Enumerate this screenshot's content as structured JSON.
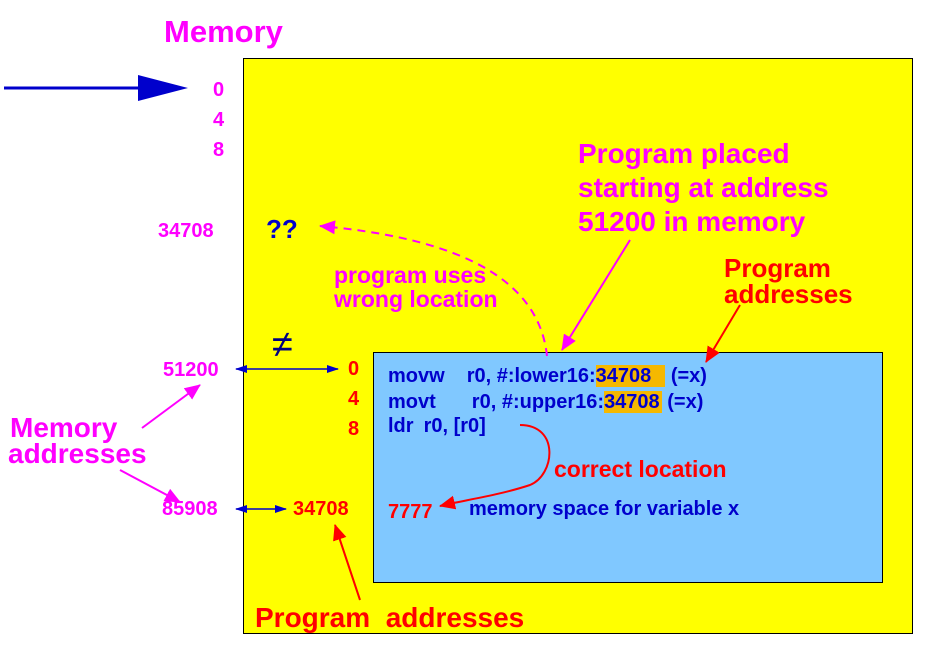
{
  "title": "Memory",
  "memory_addresses": {
    "a0": "0",
    "a4": "4",
    "a8": "8",
    "x_addr": "34708",
    "prog_start": "51200",
    "var_addr": "85908"
  },
  "question_marks": "??",
  "callouts": {
    "program_placed": [
      "Program placed",
      "starting at address",
      "51200 in memory"
    ],
    "wrong_location": [
      "program uses",
      "wrong location"
    ],
    "program_addresses_top": [
      "Program",
      "addresses"
    ],
    "memory_addresses": [
      "Memory",
      "addresses"
    ],
    "correct_location": "correct location",
    "program_addresses_bottom": "Program  addresses"
  },
  "not_equal": "≠",
  "program_addresses": {
    "p0": "0",
    "p4": "4",
    "p8": "8",
    "px": "34708"
  },
  "code": {
    "line1": {
      "op": "movw",
      "args": "r0, #:lower16:",
      "imm": "34708",
      "comment": "(=x)"
    },
    "line2": {
      "op": "movt",
      "args": "r0, #:upper16:",
      "imm": "34708",
      "comment": "(=x)"
    },
    "line3": {
      "op": "ldr",
      "args": "r0, [r0]"
    }
  },
  "variable": {
    "value": "7777",
    "label": "memory space for variable x"
  },
  "colors": {
    "magenta": "#ff00ff",
    "red": "#ff0000",
    "blue": "#0000cc",
    "yellow": "#ffff00",
    "lightblue": "#80c8ff",
    "highlight": "#f5b800"
  }
}
